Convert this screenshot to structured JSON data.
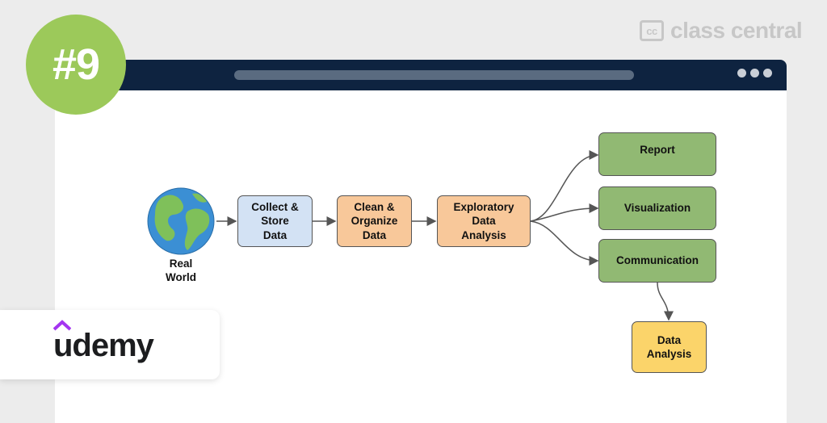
{
  "rank": "#9",
  "brand": {
    "name": "class central",
    "logo_text": "cc"
  },
  "provider": {
    "name": "udemy"
  },
  "diagram": {
    "source_label": "Real\nWorld",
    "nodes": {
      "collect": "Collect &\nStore\nData",
      "clean": "Clean &\nOrganize\nData",
      "eda": "Exploratory\nData\nAnalysis",
      "report": "Report",
      "visualization": "Visualization",
      "communication": "Communication",
      "analysis": "Data\nAnalysis"
    }
  },
  "colors": {
    "badge": "#9cc95a",
    "titlebar": "#0e2340",
    "collect": "#d3e2f4",
    "process": "#f8c89a",
    "output": "#91b973",
    "final": "#fbd46a"
  }
}
